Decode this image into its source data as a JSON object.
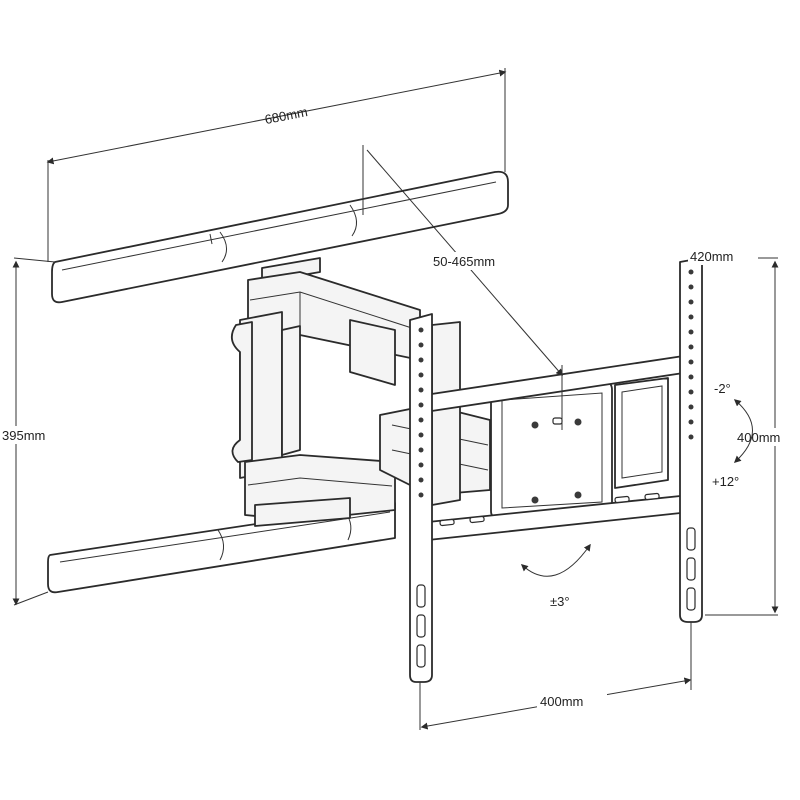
{
  "diagram": {
    "dimensions": {
      "wall_plate_width": "680mm",
      "wall_plate_height": "395mm",
      "extension": "50-465mm",
      "vesa_width": "400mm",
      "vesa_height": "400mm",
      "bracket_height": "420mm"
    },
    "angles": {
      "tilt_up": "-2°",
      "tilt_down": "+12°",
      "rotation": "±3°"
    },
    "colors": {
      "line": "#2b2b2b",
      "part_fill": "#f4f4f4",
      "background": "#ffffff"
    }
  }
}
